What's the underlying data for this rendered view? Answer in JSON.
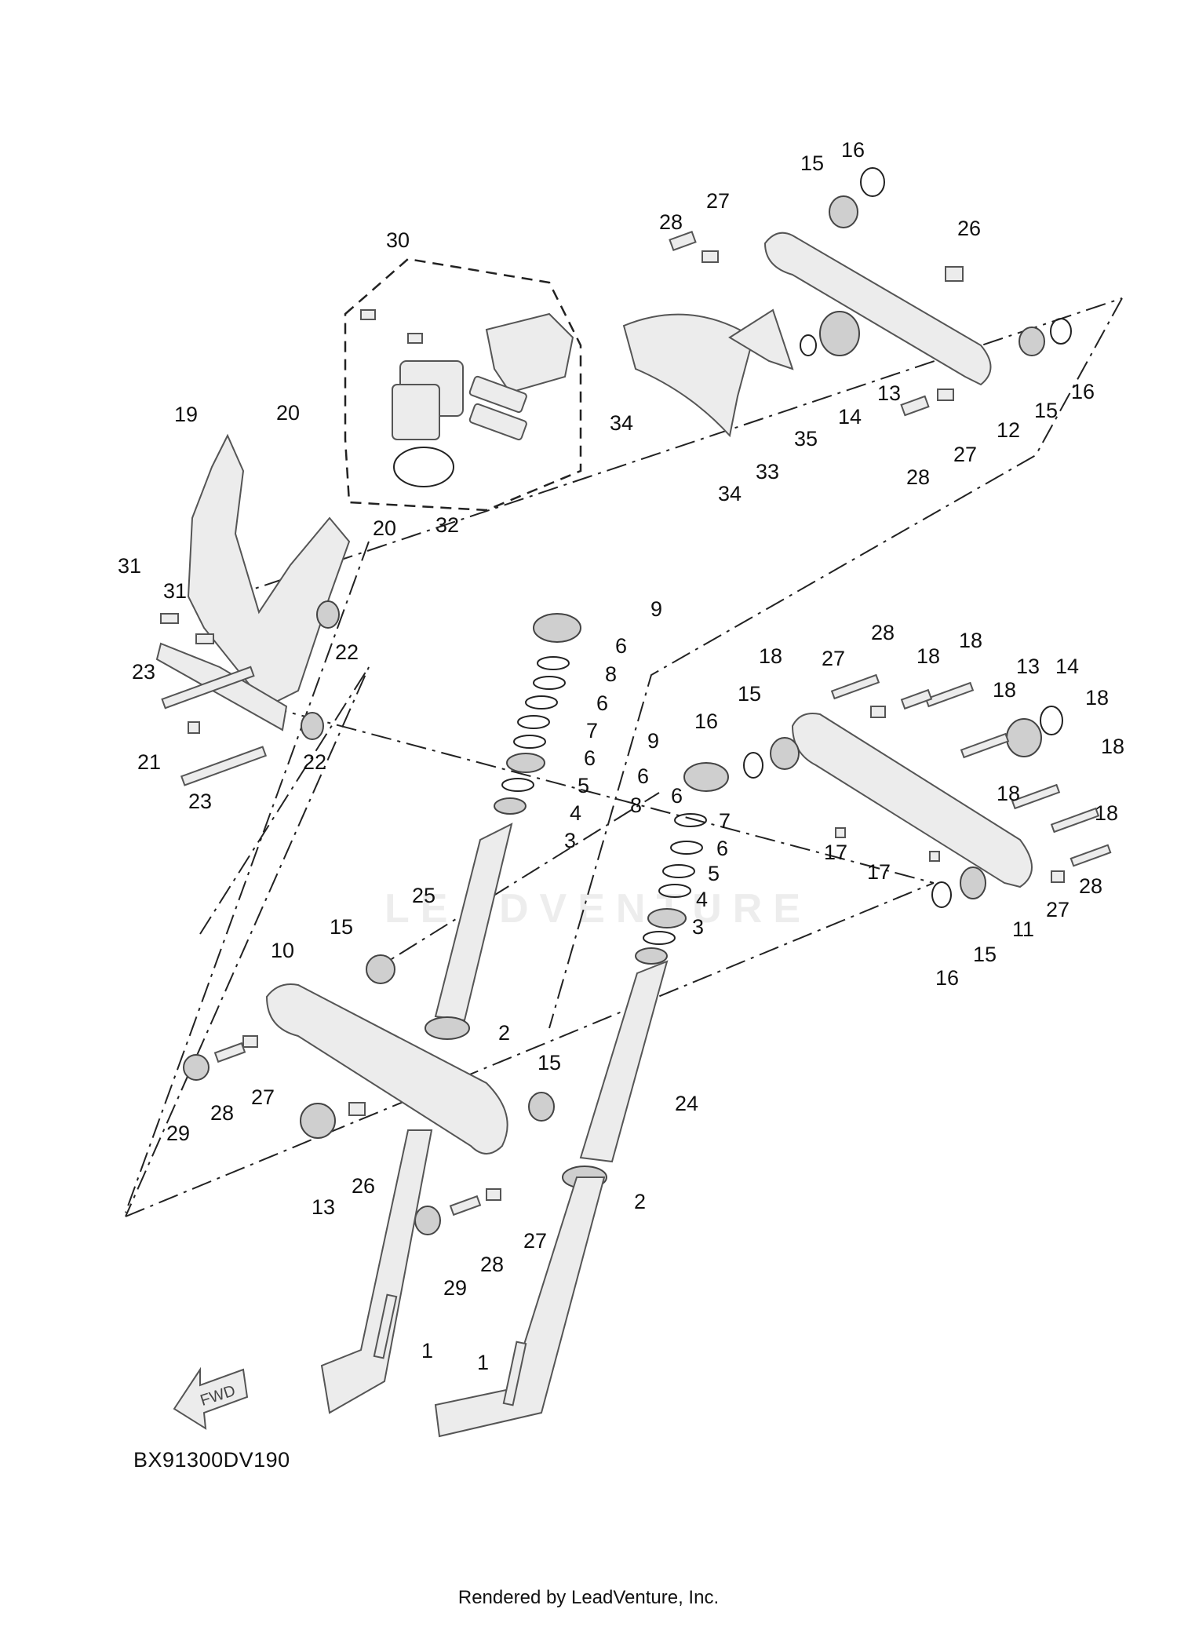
{
  "watermark": "LEADVENTURE",
  "diagram_code": "BX91300DV190",
  "fwd_label": "FWD",
  "footer": "Rendered by LeadVenture, Inc.",
  "callouts": [
    {
      "n": "15"
    },
    {
      "n": "16"
    },
    {
      "n": "27"
    },
    {
      "n": "28"
    },
    {
      "n": "26"
    },
    {
      "n": "30"
    },
    {
      "n": "14"
    },
    {
      "n": "13"
    },
    {
      "n": "16"
    },
    {
      "n": "15"
    },
    {
      "n": "12"
    },
    {
      "n": "27"
    },
    {
      "n": "28"
    },
    {
      "n": "35"
    },
    {
      "n": "34"
    },
    {
      "n": "33"
    },
    {
      "n": "34"
    },
    {
      "n": "19"
    },
    {
      "n": "20"
    },
    {
      "n": "20"
    },
    {
      "n": "32"
    },
    {
      "n": "31"
    },
    {
      "n": "31"
    },
    {
      "n": "22"
    },
    {
      "n": "23"
    },
    {
      "n": "22"
    },
    {
      "n": "21"
    },
    {
      "n": "23"
    },
    {
      "n": "9"
    },
    {
      "n": "6"
    },
    {
      "n": "8"
    },
    {
      "n": "6"
    },
    {
      "n": "7"
    },
    {
      "n": "6"
    },
    {
      "n": "5"
    },
    {
      "n": "4"
    },
    {
      "n": "3"
    },
    {
      "n": "18"
    },
    {
      "n": "27"
    },
    {
      "n": "28"
    },
    {
      "n": "18"
    },
    {
      "n": "18"
    },
    {
      "n": "18"
    },
    {
      "n": "13"
    },
    {
      "n": "14"
    },
    {
      "n": "18"
    },
    {
      "n": "18"
    },
    {
      "n": "18"
    },
    {
      "n": "15"
    },
    {
      "n": "16"
    },
    {
      "n": "9"
    },
    {
      "n": "6"
    },
    {
      "n": "8"
    },
    {
      "n": "6"
    },
    {
      "n": "7"
    },
    {
      "n": "6"
    },
    {
      "n": "5"
    },
    {
      "n": "4"
    },
    {
      "n": "3"
    },
    {
      "n": "17"
    },
    {
      "n": "17"
    },
    {
      "n": "18"
    },
    {
      "n": "28"
    },
    {
      "n": "27"
    },
    {
      "n": "11"
    },
    {
      "n": "15"
    },
    {
      "n": "16"
    },
    {
      "n": "25"
    },
    {
      "n": "10"
    },
    {
      "n": "15"
    },
    {
      "n": "2"
    },
    {
      "n": "29"
    },
    {
      "n": "28"
    },
    {
      "n": "27"
    },
    {
      "n": "15"
    },
    {
      "n": "24"
    },
    {
      "n": "13"
    },
    {
      "n": "26"
    },
    {
      "n": "2"
    },
    {
      "n": "27"
    },
    {
      "n": "28"
    },
    {
      "n": "29"
    },
    {
      "n": "1"
    },
    {
      "n": "1"
    }
  ]
}
